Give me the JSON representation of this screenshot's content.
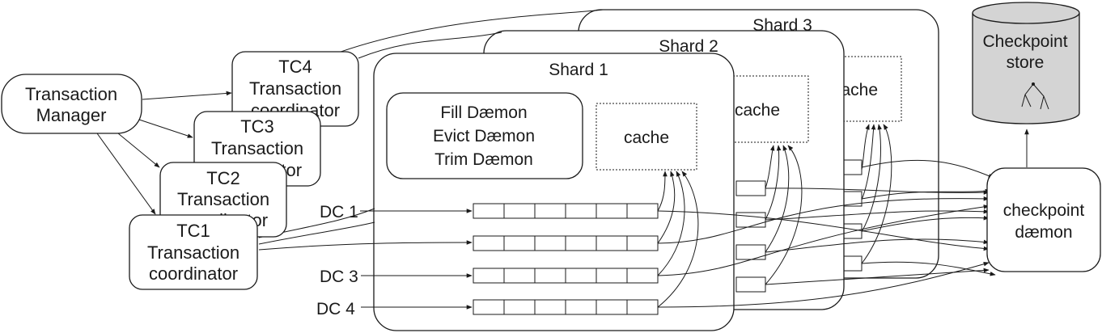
{
  "transaction_manager": {
    "line1": "Transaction",
    "line2": "Manager"
  },
  "coordinators": [
    {
      "id": "TC4",
      "line2": "Transaction",
      "line3": "coordinator"
    },
    {
      "id": "TC3",
      "line2": "Transaction",
      "line3": "coordinator"
    },
    {
      "id": "TC2",
      "line2": "Transaction",
      "line3": "coordinator"
    },
    {
      "id": "TC1",
      "line2": "Transaction",
      "line3": "coordinator"
    }
  ],
  "shards": {
    "shard3": "Shard 3",
    "shard2": "Shard 2",
    "shard1": "Shard 1"
  },
  "caches": {
    "shard3": "cache",
    "shard2": "cache",
    "shard1": "cache"
  },
  "daemons": {
    "fill": "Fill Dæmon",
    "evict": "Evict Dæmon",
    "trim": "Trim Dæmon"
  },
  "dc_labels": {
    "dc1": "DC 1",
    "dc3": "DC 3",
    "dc4": "DC 4"
  },
  "checkpoint_daemon": {
    "line1": "checkpoint",
    "line2": "dæmon"
  },
  "checkpoint_store": {
    "line1": "Checkpoint",
    "line2": "store"
  },
  "colors": {
    "store_fill": "#d4d4d4",
    "stroke": "#1a1a1a",
    "background": "#ffffff"
  }
}
